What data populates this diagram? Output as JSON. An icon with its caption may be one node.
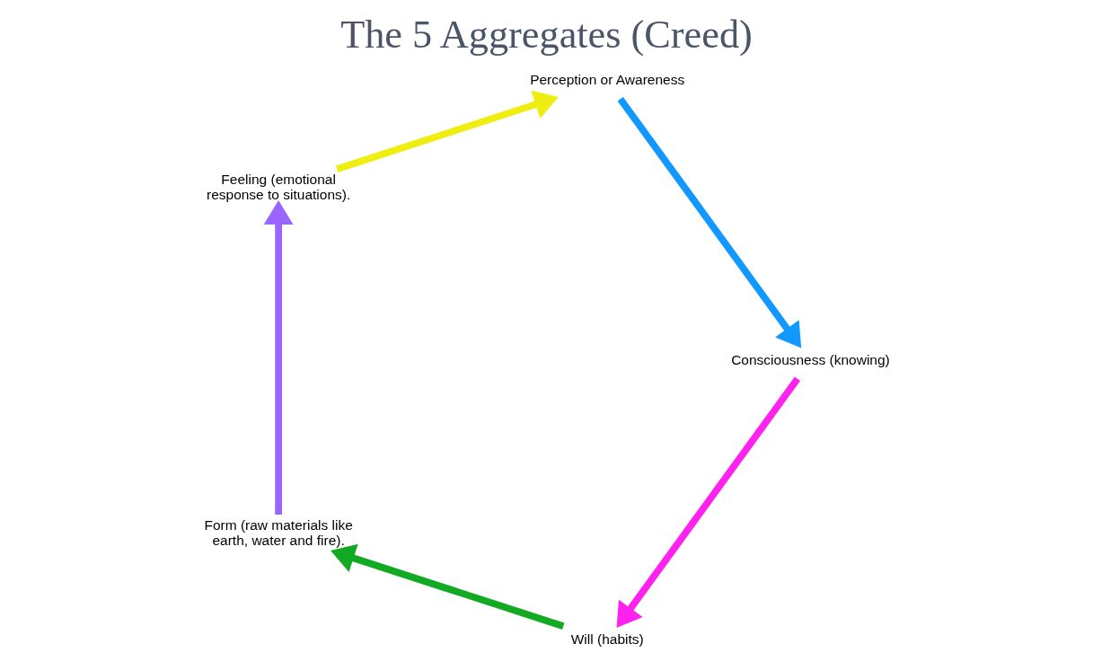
{
  "diagram": {
    "title": "The 5 Aggregates (Creed)",
    "nodes": [
      {
        "text": [
          "Form (raw materials like earth, water and fire)."
        ]
      },
      {
        "text": [
          "Feeling (emotional response to situations)."
        ]
      },
      {
        "text": [
          "Perception or Awareness"
        ]
      },
      {
        "text": [
          "Consciousness (knowing)"
        ]
      },
      {
        "text": [
          "Will (habits)"
        ]
      }
    ],
    "edges": [
      {
        "from": 0,
        "to": 1,
        "arrow": "to",
        "color": "#9966ff"
      },
      {
        "from": 1,
        "to": 2,
        "arrow": "to",
        "color": "#eeee11"
      },
      {
        "from": 2,
        "to": 3,
        "arrow": "to",
        "color": "#1199ff"
      },
      {
        "from": 3,
        "to": 4,
        "arrow": "to",
        "color": "#ff22ee"
      },
      {
        "from": 4,
        "to": 0,
        "arrow": "to",
        "color": "#11aa22"
      }
    ]
  }
}
